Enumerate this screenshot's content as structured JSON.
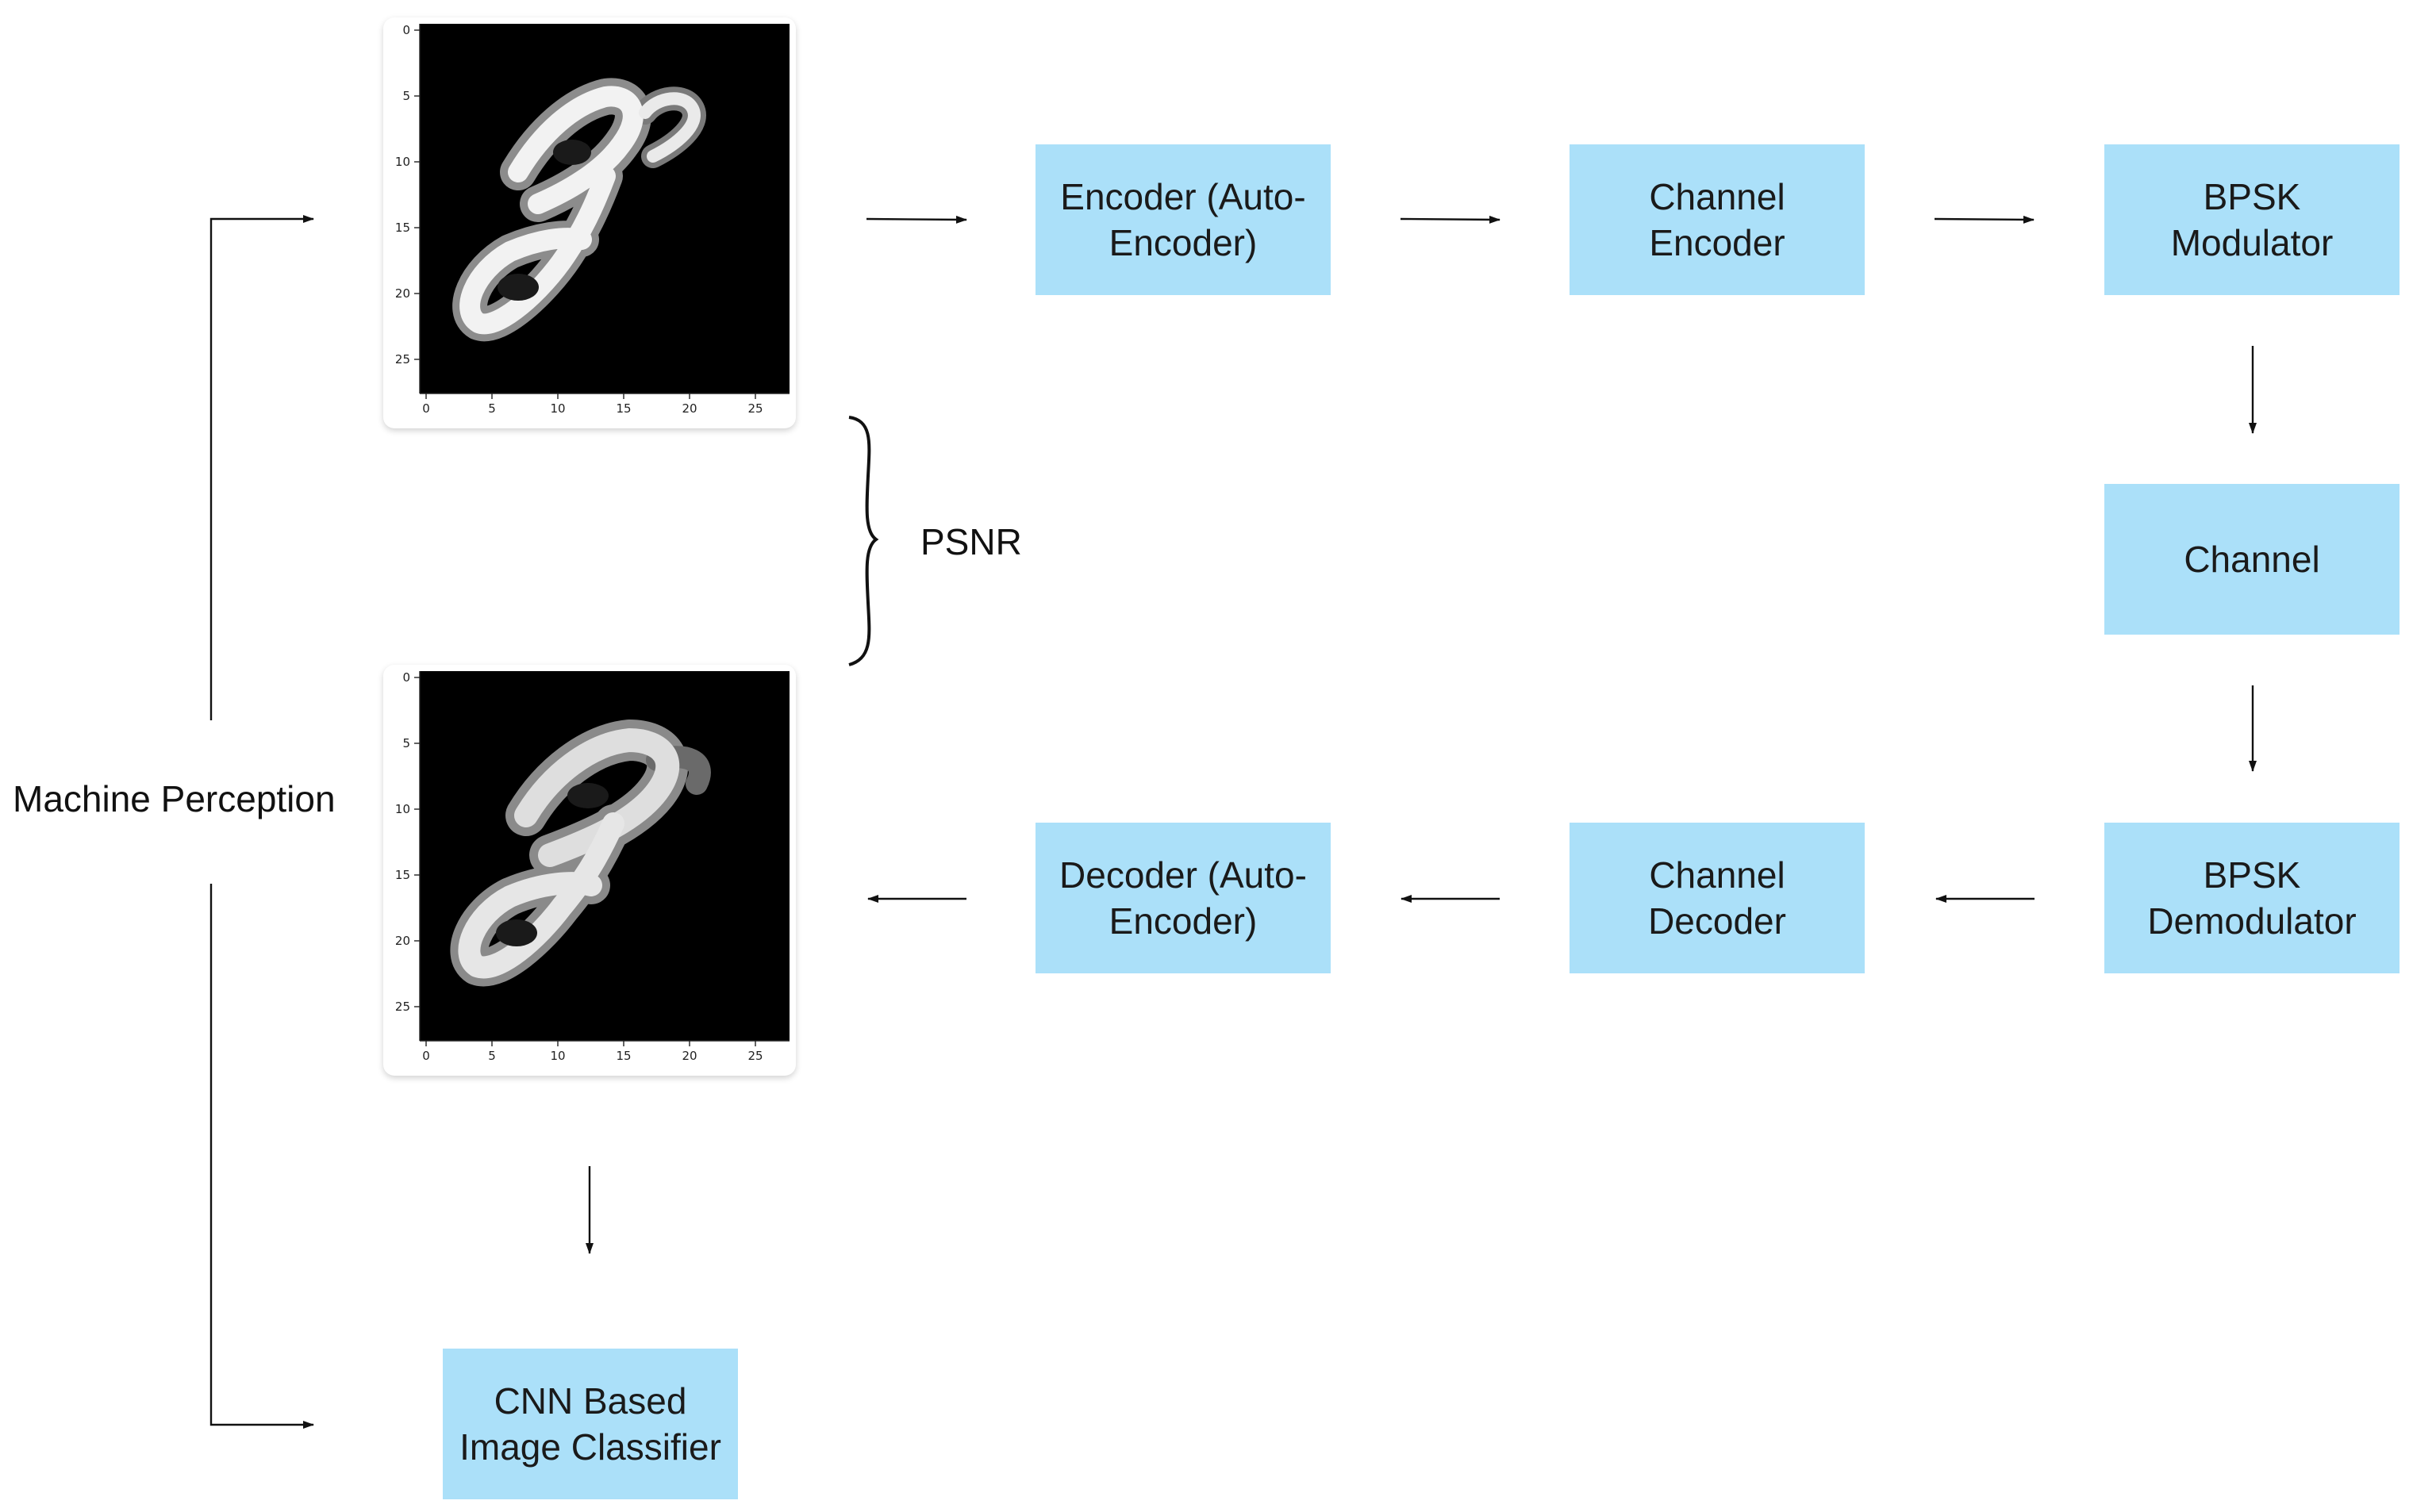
{
  "diagram": {
    "machine_perception": "Machine Perception",
    "psnr": "PSNR",
    "blocks": {
      "encoder": [
        "Encoder (Auto-",
        "Encoder)"
      ],
      "channel_encoder": [
        "Channel",
        "Encoder"
      ],
      "bpsk_modulator": [
        "BPSK",
        "Modulator"
      ],
      "channel": [
        "Channel"
      ],
      "bpsk_demodulator": [
        "BPSK",
        "Demodulator"
      ],
      "channel_decoder": [
        "Channel",
        "Decoder"
      ],
      "decoder": [
        "Decoder (Auto-",
        "Encoder)"
      ],
      "cnn_classifier": [
        "CNN Based",
        "Image Classifier"
      ]
    },
    "plots": {
      "x_ticks": [
        "0",
        "5",
        "10",
        "15",
        "20",
        "25"
      ],
      "y_ticks": [
        "0",
        "5",
        "10",
        "15",
        "20",
        "25"
      ]
    }
  },
  "colors": {
    "block_fill": "#abe0f9",
    "line": "#111111",
    "plot_background": "#000000"
  }
}
